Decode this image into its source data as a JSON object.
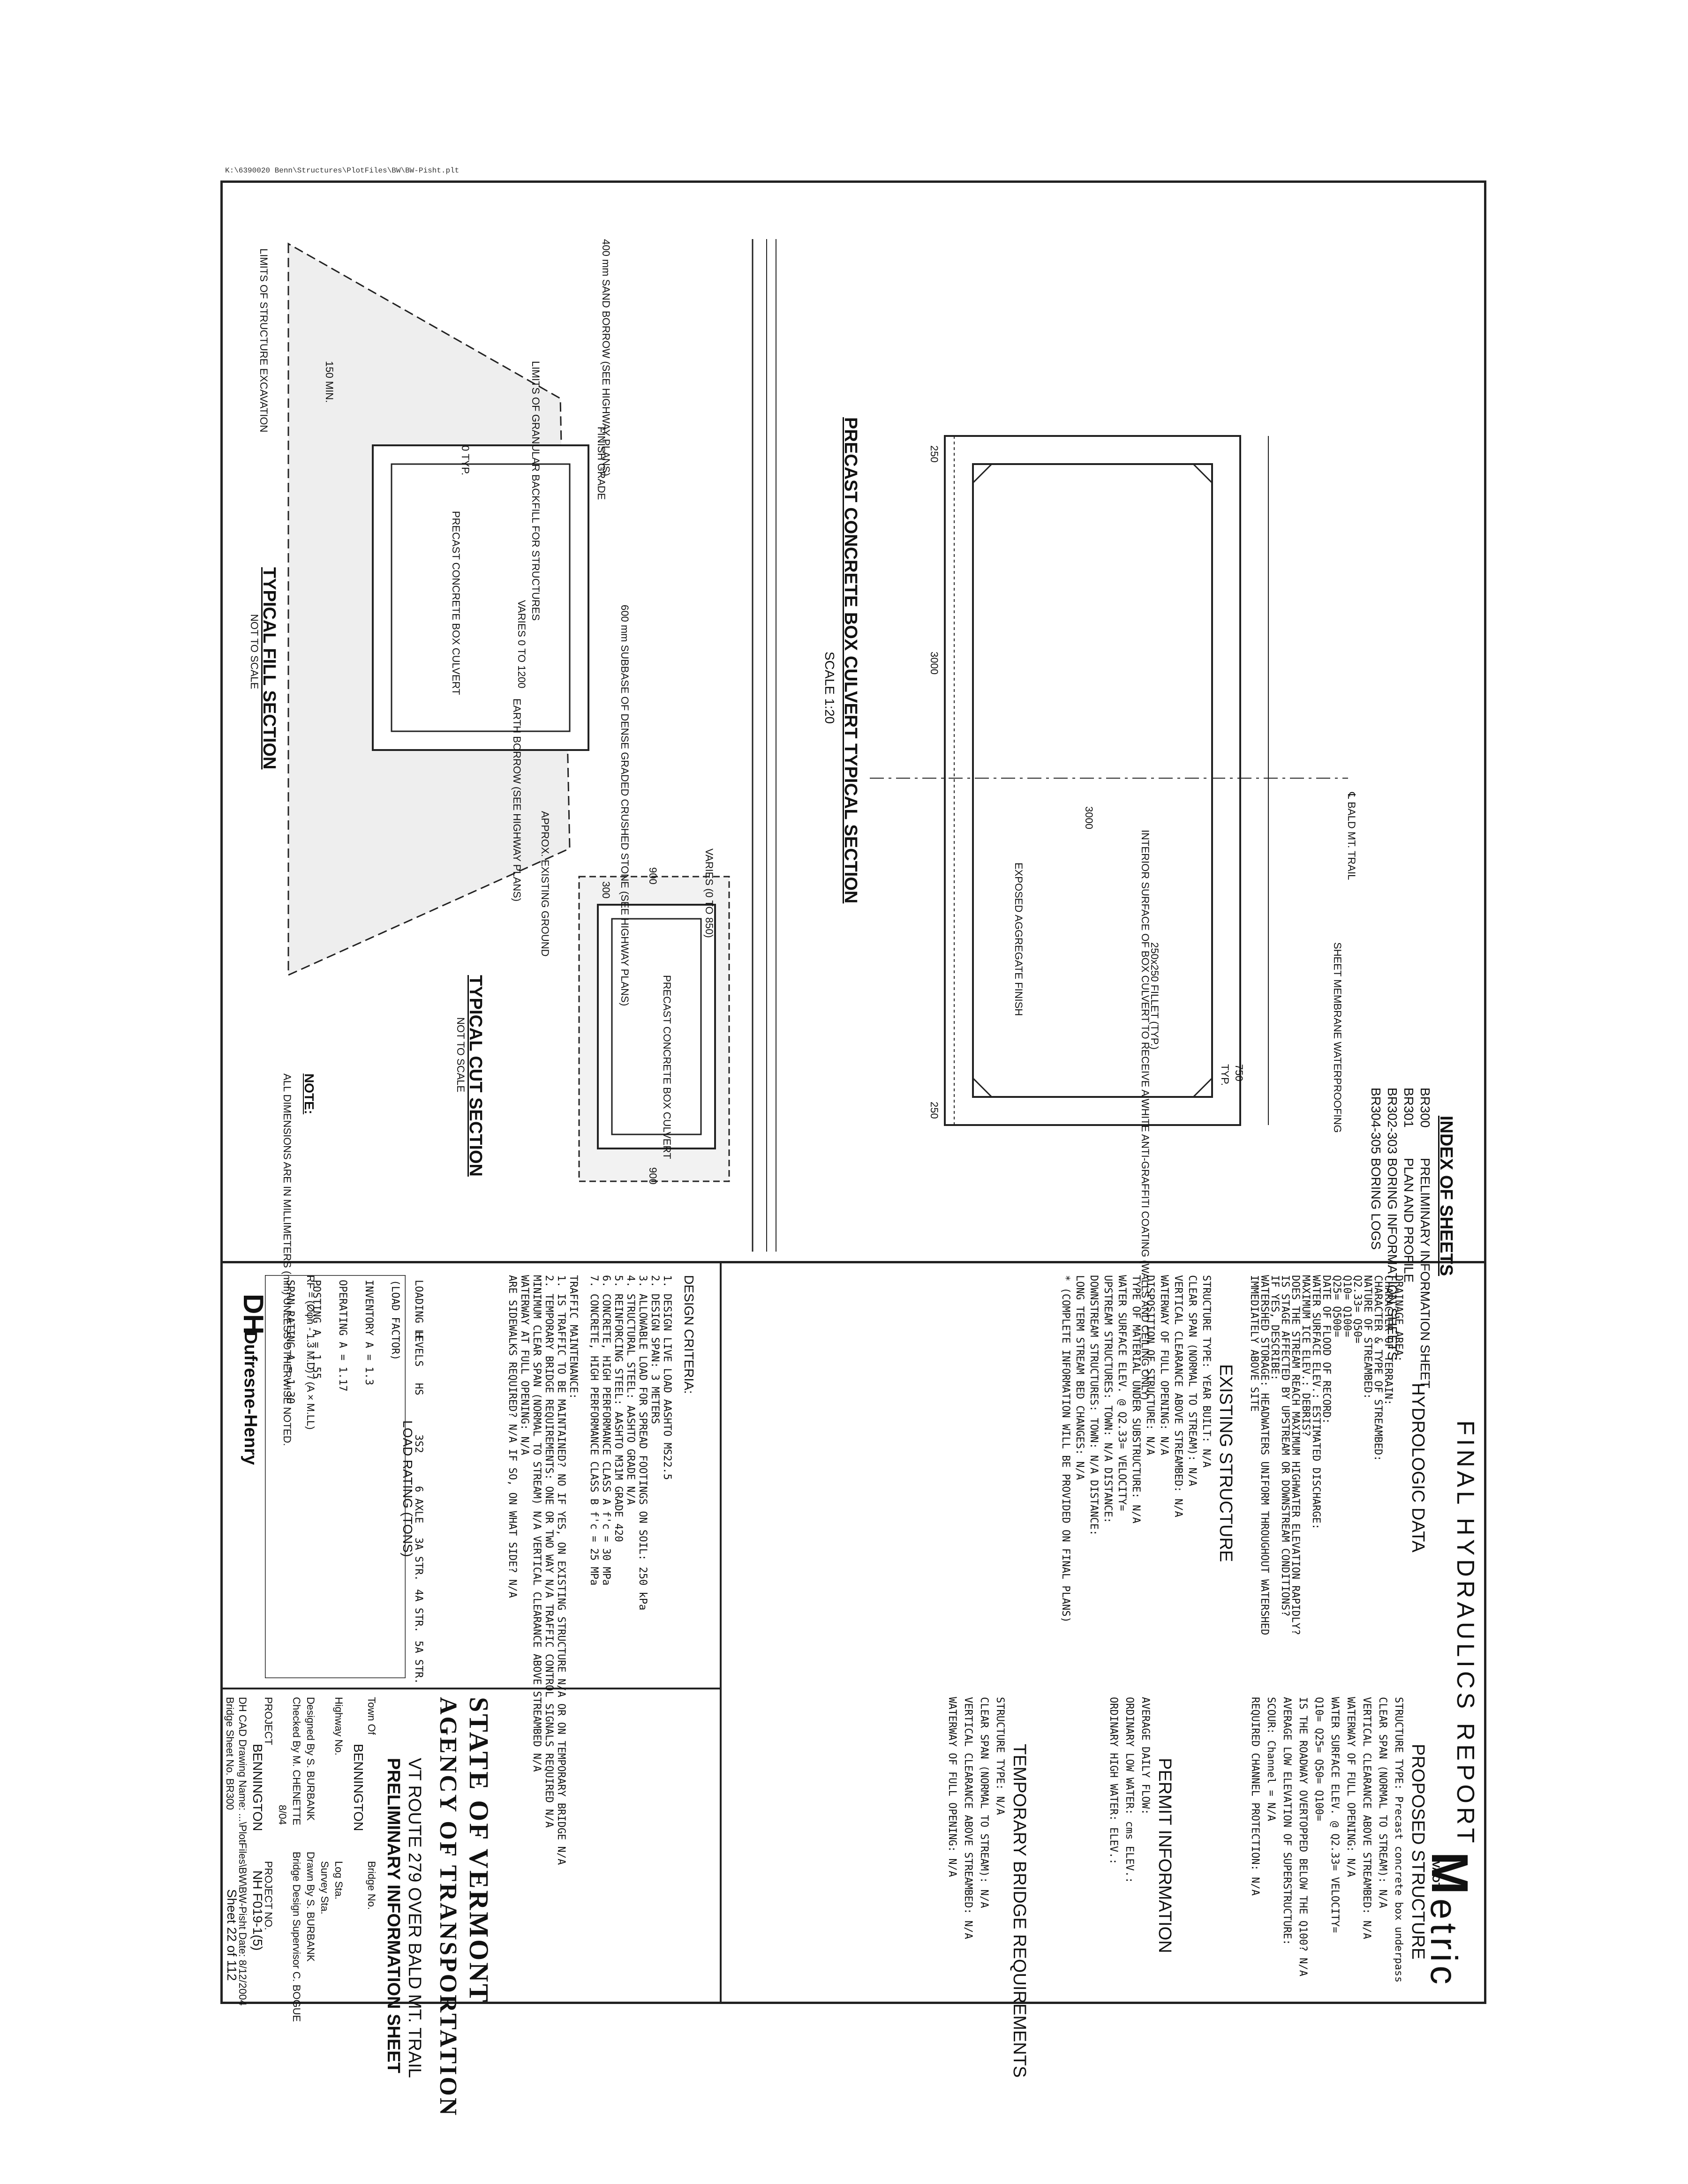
{
  "file_path": "K:\\6390020 Benn\\Structures\\PlotFiles\\BW\\BW-Pisht.plt",
  "drawings": {
    "box_section_title": "PRECAST CONCRETE BOX CULVERT TYPICAL SECTION",
    "box_section_scale": "SCALE 1:20",
    "dim_250_left": "250",
    "dim_250_right": "250",
    "dim_min": "MIN.",
    "dim_3000_h": "3000",
    "dim_3000_v": "3000",
    "dim_750": "750",
    "dim_typ": "TYP.",
    "label_cl_trail": "℄ BALD MT. TRAIL",
    "label_membrane": "SHEET MEMBRANE WATERPROOFING",
    "label_fillet": "250x250 FILLET (TYP.)",
    "label_interior": "INTERIOR SURFACE OF BOX CULVERT TO RECEIVE A WHITE ANTI-GRAFFITI COATING (WALLS AND CEILING ONLY)",
    "label_aggregate": "EXPOSED AGGREGATE FINISH",
    "fill_title": "TYPICAL FILL SECTION",
    "fill_scale": "NOT TO SCALE",
    "cut_title": "TYPICAL CUT SECTION",
    "cut_scale": "NOT TO SCALE",
    "label_limits_excavation": "LIMITS OF STRUCTURE EXCAVATION",
    "label_sand_borrow": "400 mm SAND BORROW (SEE HIGHWAY PLANS)",
    "label_granular": "LIMITS OF GRANULAR BACKFILL FOR STRUCTURES",
    "label_finish_grade": "FINISH GRADE",
    "label_subbase": "600 mm SUBBASE OF DENSE GRADED CRUSHED STONE (SEE HIGHWAY PLANS)",
    "label_earth_borrow": "EARTH BORROW (SEE HIGHWAY PLANS)",
    "label_precast": "PRECAST CONCRETE BOX CULVERT",
    "label_varies_1200": "VARIES 0 TO 1200",
    "label_varies_850": "VARIES (0 TO 850)",
    "label_existing_ground": "APPROX. EXISTING GROUND",
    "dim_150": "150 MIN.",
    "dim_0": "0 TYP.",
    "dim_300": "300",
    "dim_900a": "900",
    "dim_900b": "900",
    "note_title": "NOTE:",
    "note_text": "ALL DIMENSIONS ARE IN MILLIMETERS (mm) UNLESS OTHERWISE NOTED."
  },
  "index": {
    "title": "INDEX OF SHEETS",
    "items": [
      {
        "code": "BR300",
        "desc": "PRELIMINARY INFORMATION SHEET"
      },
      {
        "code": "BR301",
        "desc": "PLAN AND PROFILE"
      },
      {
        "code": "BR302-303",
        "desc": "BORING INFORMATION SHEETS"
      },
      {
        "code": "BR304-305",
        "desc": "BORING LOGS"
      }
    ]
  },
  "report": {
    "title": "FINAL HYDRAULICS REPORT",
    "brand": "etric",
    "brand_prefix": "M",
    "brand_badge": "VAOT",
    "hydrologic_title": "HYDROLOGIC DATA",
    "hydrologic_lines": [
      "DRAINAGE AREA:",
      "CHARACTER OF TERRAIN:",
      "CHARACTER & TYPE OF STREAMBED:",
      "NATURE OF STREAMBED:",
      "Q2.33=          Q50=",
      "Q10=            Q100=",
      "Q25=            Q500=",
      "DATE OF FLOOD OF RECORD:",
      "WATER SURFACE ELEV.:       ESTIMATED DISCHARGE:",
      "MAXIMUM ICE ELEV.:         DEBRIS?",
      "DOES THE STREAM REACH MAXIMUM HIGHWATER ELEVATION RAPIDLY?",
      "IS STAGE AFFECTED BY UPSTREAM OR DOWNSTREAM CONDITIONS?",
      "IF YES, DESCRIBE:",
      "WATERSHED STORAGE:  HEADWATERS  UNIFORM THROUGHOUT WATERSHED",
      "IMMEDIATELY ABOVE SITE"
    ],
    "existing_title": "EXISTING STRUCTURE",
    "existing_lines": [
      "STRUCTURE TYPE:                 YEAR BUILT:  N/A",
      "CLEAR SPAN (NORMAL TO STREAM): N/A",
      "VERTICAL CLEARANCE ABOVE STREAMBED: N/A",
      "WATERWAY OF FULL OPENING:  N/A",
      "DISPOSITION OF STRUCTURE:  N/A",
      "TYPE OF MATERIAL UNDER SUBSTRUCTURE:  N/A",
      "WATER SURFACE ELEV. @ Q2.33=     VELOCITY=",
      "UPSTREAM STRUCTURES: TOWN:  N/A   DISTANCE:",
      "DOWNSTREAM STRUCTURES: TOWN:  N/A   DISTANCE:",
      "LONG TERM STREAM BED CHANGES:  N/A",
      "* (COMPLETE INFORMATION WILL BE PROVIDED ON FINAL PLANS)"
    ],
    "proposed_title": "PROPOSED STRUCTURE",
    "proposed_lines": [
      "STRUCTURE TYPE: Precast concrete box underpass",
      "CLEAR SPAN (NORMAL TO STREAM): N/A",
      "VERTICAL CLEARANCE ABOVE STREAMBED: N/A",
      "WATERWAY OF FULL OPENING:  N/A",
      "WATER SURFACE ELEV. @ Q2.33=      VELOCITY=",
      "Q10=   Q25=   Q50=   Q100=",
      "IS THE ROADWAY OVERTOPPED BELOW THE Q100?  N/A",
      "AVERAGE LOW ELEVATION OF SUPERSTRUCTURE:",
      "SCOUR: Channel =  N/A",
      "REQUIRED CHANNEL PROTECTION:  N/A"
    ],
    "permit_title": "PERMIT INFORMATION",
    "permit_lines": [
      "AVERAGE DAILY FLOW:",
      "ORDINARY LOW WATER:   cms   ELEV.:",
      "ORDINARY HIGH WATER:        ELEV.:"
    ],
    "temp_title": "TEMPORARY BRIDGE REQUIREMENTS",
    "temp_lines": [
      "STRUCTURE TYPE:  N/A",
      "CLEAR SPAN (NORMAL TO STREAM):  N/A",
      "VERTICAL CLEARANCE ABOVE STREAMBED:  N/A",
      "WATERWAY OF FULL OPENING:  N/A"
    ]
  },
  "design": {
    "criteria_title": "DESIGN CRITERIA:",
    "criteria_lines": [
      "1. DESIGN LIVE LOAD AASHTO  MS22.5",
      "2. DESIGN SPAN:  3 METERS",
      "3. ALLOWABLE LOAD FOR SPREAD FOOTINGS ON SOIL:  250 kPa",
      "4. STRUCTURAL STEEL: AASHTO GRADE  N/A",
      "5. REINFORCING STEEL: AASHTO M31M GRADE 420",
      "6. CONCRETE, HIGH PERFORMANCE CLASS A  f'c = 30 MPa",
      "7. CONCRETE, HIGH PERFORMANCE CLASS B  f'c = 25 MPa"
    ],
    "traffic_lines": [
      "TRAFFIC MAINTENANCE:",
      "1. IS TRAFFIC TO BE MAINTAINED?  NO   IF YES, ON EXISTING STRUCTURE  N/A  OR ON TEMPORARY BRIDGE  N/A",
      "2. TEMPORARY BRIDGE REQUIREMENTS: ONE OR TWO WAY  N/A   TRAFFIC CONTROL SIGNALS REQUIRED  N/A",
      "MINIMUM CLEAR SPAN (NORMAL TO STREAM)  N/A  VERTICAL CLEARANCE ABOVE STREAMBED  N/A",
      "WATERWAY AT FULL OPENING:  N/A",
      "ARE SIDEWALKS REQUIRED?  N/A   IF SO, ON WHAT SIDE?  N/A"
    ],
    "load_title": "LOAD RATING (TONS)",
    "load_headers": [
      "LOADING LEVELS",
      "H",
      "HS",
      "3S2",
      "6 AXLE",
      "3A STR.",
      "4A STR.",
      "5A STR."
    ],
    "load_rows": [
      "(LOAD FACTOR)",
      "INVENTORY A = 1.3",
      "OPERATING A = 1.17",
      "POSTING A = 1.55",
      "SPAN RATING A = 1.30"
    ],
    "load_formula": "RF = (Øφn - 1.3 M.D) / (A × M.LL)"
  },
  "title_block": {
    "state": "STATE OF VERMONT",
    "agency": "AGENCY OF TRANSPORTATION",
    "project_desc": "VT ROUTE 279 OVER BALD MT. TRAIL",
    "sheet_type": "PRELIMINARY INFORMATION SHEET",
    "town_label": "Town Of",
    "town": "BENNINGTON",
    "bridge_no": "Bridge No.",
    "highway_no": "Highway No.",
    "log_sta": "Log Sta.",
    "survey_sta": "Survey Sta.",
    "designed_by": "Designed By  S. BURBANK",
    "drawn_by": "Drawn By  S. BURBANK",
    "checked_by": "Checked By  M. CHENETTE",
    "date": "8/04",
    "supervisor": "Bridge Design Supervisor  C. BOGUE",
    "project_label": "PROJECT",
    "project_name": "BENNINGTON",
    "project_no_label": "PROJECT NO.",
    "project_no": "NH F019-1(5)",
    "cad_file": "DH CAD Drawing Name: ...\\PlotFiles\\BW\\BW-Pisht  Date: 8/12/2004",
    "bridge_sheet": "Bridge Sheet No. BR300",
    "sheet_no": "Sheet 22 of 112",
    "consultant": "Dufresne-Henry",
    "consultant_logo": "DH"
  }
}
